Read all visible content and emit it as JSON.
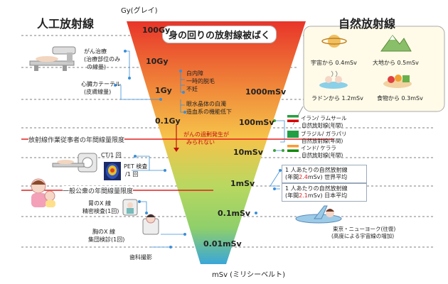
{
  "header": {
    "left_title": "人工放射線",
    "right_title": "自然放射線",
    "top_unit": "Gy(グレイ)",
    "bottom_unit": "mSv (ミリシーベルト)",
    "funnel_title": "身の回りの放射線被ばく"
  },
  "levels": {
    "gy100": "100Gy",
    "gy10": "10Gy",
    "gy1": "1Gy",
    "gy01": "0.1Gy",
    "msv1000": "1000mSv",
    "msv100": "100mSv",
    "msv10": "10mSv",
    "msv1": "1mSv",
    "msv01": "0.1mSv",
    "msv001": "0.01mSv"
  },
  "effects": {
    "item1": "白内障",
    "item2": "一時的脱毛",
    "item3": "不妊",
    "item4": "眼水晶体の白濁",
    "item5": "造血系の機能低下",
    "cancer_line1": "がんの過剰発生が",
    "cancer_line2": "みられない"
  },
  "artificial": {
    "cancer_treatment_1": "がん治療",
    "cancer_treatment_2": "(治療部位のみ",
    "cancer_treatment_3": "の線量)",
    "catheter_1": "心臓カテーテル",
    "catheter_2": "(皮膚線量)",
    "worker_limit": "放射線作業従事者の年間線量限度",
    "ct": "CT/1 回",
    "pet_1": "PET 検査",
    "pet_2": "/1 回",
    "public_limit": "一般公衆の年間線量限度",
    "stomach_1": "胃のX 線",
    "stomach_2": "精密検査(1回)",
    "chest_1": "胸のX 線",
    "chest_2": "集団検診(1回)",
    "dental": "歯科撮影"
  },
  "natural": {
    "space": "宇宙から 0.4mSv",
    "earth": "大地から 0.5mSv",
    "radon": "ラドンから 1.2mSv",
    "food": "食物から 0.3mSv",
    "iran_1": "イラン/ ラムサール",
    "iran_2": "自然放射線(年間)",
    "brazil_1": "ブラジル/ ガラパリ",
    "brazil_2": "自然放射線(年間)",
    "india_1": "インド/ ケララ",
    "india_2": "自然放射線(年間)",
    "world_1": "1 人あたりの自然放射線",
    "world_2a": "(年間",
    "world_2b": "2.4",
    "world_2c": "mSv) 世界平均",
    "japan_1": "1 人あたりの自然放射線",
    "japan_2a": "(年間",
    "japan_2b": "2.1",
    "japan_2c": "mSv) 日本平均",
    "flight_1": "東京・ニューヨーク(往復)",
    "flight_2": "(高度による宇宙線の増加)"
  },
  "colors": {
    "funnel_top": "#e8352a",
    "funnel_mid": "#f6c34a",
    "funnel_low": "#8fcf6a",
    "funnel_bottom": "#3aa7d8",
    "accent_red": "#e02020",
    "dot_green": "#3aa33a",
    "dot_blue": "#3a8fd8"
  }
}
